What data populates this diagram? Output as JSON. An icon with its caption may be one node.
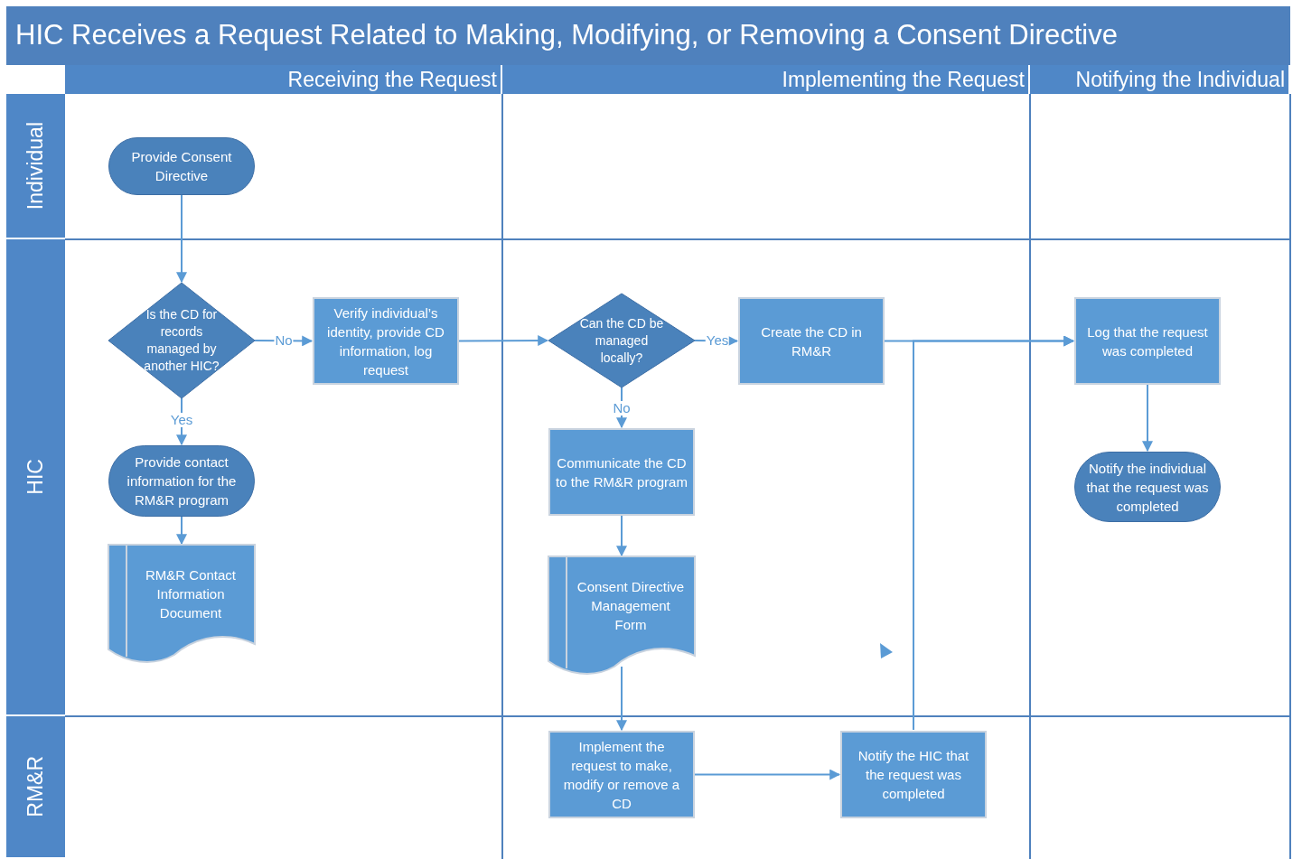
{
  "diagram": {
    "title": "HIC Receives a Request Related to Making, Modifying, or Removing a Consent Directive",
    "nodes": [
      {
        "text": [
          "Receiving the Request"
        ]
      },
      {
        "text": [
          "Implementing the Request"
        ]
      },
      {
        "text": [
          "Notifying the Individual"
        ]
      },
      {
        "text": [
          "Individual"
        ]
      },
      {
        "text": [
          "HIC"
        ]
      },
      {
        "text": [
          "RM&R"
        ]
      },
      {
        "text": [
          "Provide Consent Directive"
        ]
      },
      {
        "text": [
          "Is the CD for records managed by another HIC?"
        ]
      },
      {
        "text": [
          "Verify individual’s identity, provide CD information, log request"
        ]
      },
      {
        "text": [
          "Can the CD be managed locally?"
        ]
      },
      {
        "text": [
          "Create the CD in RM&R"
        ]
      },
      {
        "text": [
          "Log that the request was completed"
        ]
      },
      {
        "text": [
          "Provide contact information for the RM&R program"
        ]
      },
      {
        "text": [
          "Communicate the CD to the RM&R program"
        ]
      },
      {
        "text": [
          "Notify the individual that the request was completed"
        ]
      },
      {
        "text": [
          "RM&R Contact Information Document"
        ]
      },
      {
        "text": [
          "Consent Directive Management Form"
        ]
      },
      {
        "text": [
          "Implement the request to make, modify or remove a CD"
        ]
      },
      {
        "text": [
          "Notify the HIC that the request was completed"
        ]
      }
    ],
    "edges": [
      {
        "from": 6,
        "to": 7,
        "arrow": "to"
      },
      {
        "from": 7,
        "to": 8,
        "arrow": "to",
        "label": "No"
      },
      {
        "from": 7,
        "to": 12,
        "arrow": "to",
        "label": "Yes"
      },
      {
        "from": 8,
        "to": 9,
        "arrow": "to"
      },
      {
        "from": 9,
        "to": 10,
        "arrow": "to",
        "label": "Yes"
      },
      {
        "from": 9,
        "to": 13,
        "arrow": "to",
        "label": "No"
      },
      {
        "from": 10,
        "to": 11,
        "arrow": "to"
      },
      {
        "from": 12,
        "to": 15,
        "arrow": "to"
      },
      {
        "from": 13,
        "to": 16,
        "arrow": "to"
      },
      {
        "from": 16,
        "to": 17,
        "arrow": "to"
      },
      {
        "from": 17,
        "to": 18,
        "arrow": "to"
      },
      {
        "from": 18,
        "to": 11,
        "arrow": "to"
      },
      {
        "from": 11,
        "to": 14,
        "arrow": "to"
      }
    ]
  }
}
